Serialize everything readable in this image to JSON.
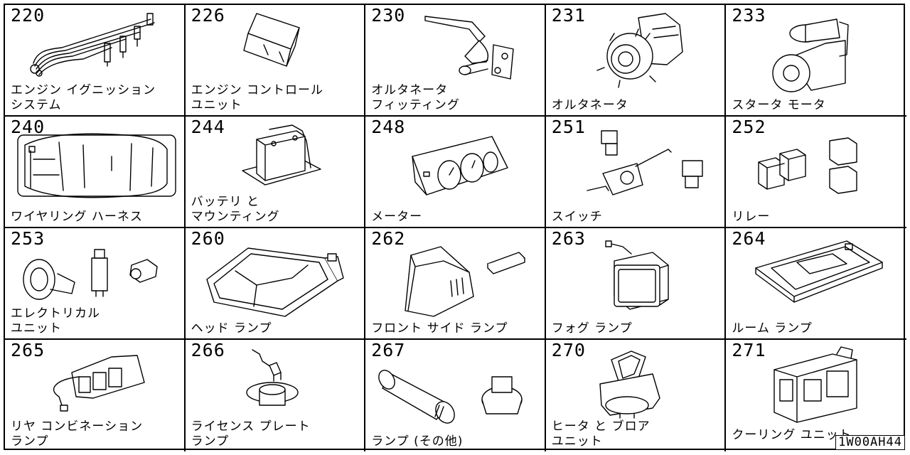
{
  "diagram": {
    "ref_code": "1W00AH44",
    "cells": [
      {
        "code": "220",
        "label": [
          "エンジン イグニッション",
          "システム"
        ]
      },
      {
        "code": "226",
        "label": [
          "エンジン コントロール",
          "ユニット"
        ]
      },
      {
        "code": "230",
        "label": [
          "オルタネータ",
          "フィッティング"
        ]
      },
      {
        "code": "231",
        "label": [
          "オルタネータ"
        ]
      },
      {
        "code": "233",
        "label": [
          "スタータ モータ"
        ]
      },
      {
        "code": "240",
        "label": [
          "ワイヤリング ハーネス"
        ]
      },
      {
        "code": "244",
        "label": [
          "バッテリ と",
          "マウンティング"
        ]
      },
      {
        "code": "248",
        "label": [
          "メーター"
        ]
      },
      {
        "code": "251",
        "label": [
          "スイッチ"
        ]
      },
      {
        "code": "252",
        "label": [
          "リレー"
        ]
      },
      {
        "code": "253",
        "label": [
          "エレクトリカル",
          "ユニット"
        ]
      },
      {
        "code": "260",
        "label": [
          "ヘッド ランプ"
        ]
      },
      {
        "code": "262",
        "label": [
          "フロント サイド ランプ"
        ]
      },
      {
        "code": "263",
        "label": [
          "フォグ ランプ"
        ]
      },
      {
        "code": "264",
        "label": [
          "ルーム ランプ"
        ]
      },
      {
        "code": "265",
        "label": [
          "リヤ コンビネーション",
          "ランプ"
        ]
      },
      {
        "code": "266",
        "label": [
          "ライセンス プレート",
          "ランプ"
        ]
      },
      {
        "code": "267",
        "label": [
          "ランプ (その他)"
        ]
      },
      {
        "code": "270",
        "label": [
          "ヒータ と ブロア",
          "ユニット"
        ]
      },
      {
        "code": "271",
        "label": [
          "クーリング ユニット"
        ]
      }
    ]
  }
}
